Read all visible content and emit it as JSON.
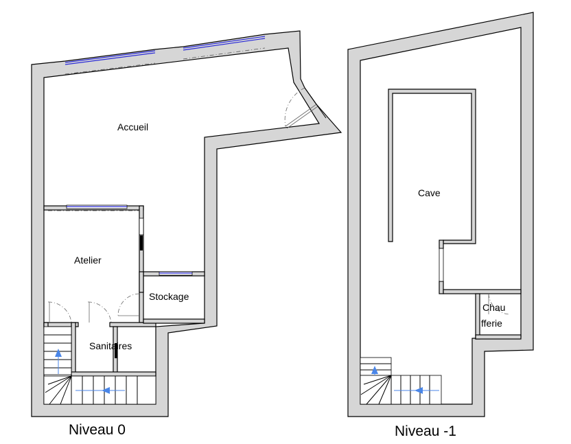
{
  "levels": [
    {
      "title": "Niveau 0",
      "rooms": [
        "Accueil",
        "Atelier",
        "Stockage",
        "Sanitaires"
      ]
    },
    {
      "title": "Niveau -1",
      "rooms": [
        "Cave",
        "Chau",
        "fferie"
      ]
    }
  ],
  "colors": {
    "wall_fill": "#d6d6d6",
    "wall_stroke": "#000000",
    "window": "#2a2ad8",
    "stair_arrow": "#4a86e8"
  }
}
